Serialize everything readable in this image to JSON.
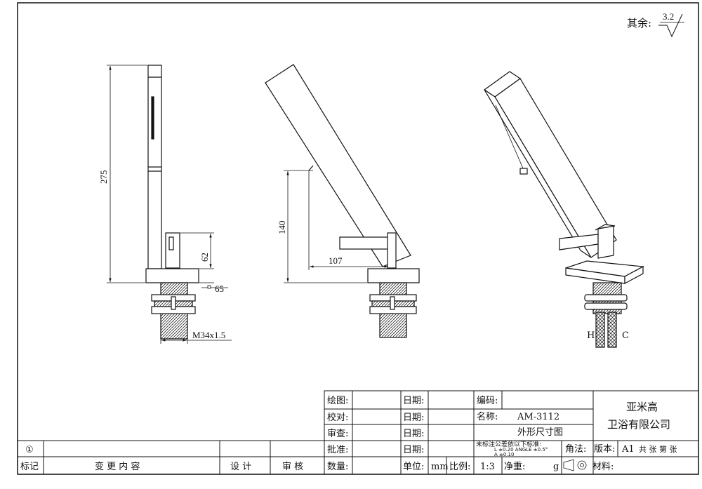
{
  "roughness": {
    "label": "其余:",
    "value": "3.2"
  },
  "dimensions": {
    "total_height": "275",
    "handle_height": "62",
    "flange_offset": "65",
    "thread": "M34x1.5",
    "side_height": "140",
    "side_reach": "107"
  },
  "labels": {
    "hot": "H",
    "cold": "C"
  },
  "title_block": {
    "drawn_label": "绘图:",
    "checked_label": "校对:",
    "review_label": "审查:",
    "approve_label": "批准:",
    "quantity_label": "数量:",
    "date_label": "日期:",
    "unit_label": "单位:",
    "unit_value": "mm",
    "scale_label": "比例:",
    "scale_value": "1:3",
    "code_label": "编码:",
    "name_label": "名称:",
    "part_no": "AM-3112",
    "drawing_title": "外形尺寸图",
    "company_line1": "亚米高",
    "company_line2": "卫浴有限公司",
    "tolerance_title": "未标注公差依以下标准:",
    "tolerance_line1": "L        ±0.20   ANGLE  ±0.5°",
    "tolerance_line2": "A        ±0.10",
    "angle_label": "角法:",
    "version_label": "版本:",
    "version_value": "A1",
    "sheet_text": "共   张  第   张",
    "net_weight_label": "净重:",
    "weight_unit": "g",
    "material_label": "材料:"
  },
  "revision_block": {
    "circle_no": "①",
    "mark_label": "标记",
    "change_label": "变  更  内  容",
    "design_label": "设  计",
    "audit_label": "审  核"
  }
}
